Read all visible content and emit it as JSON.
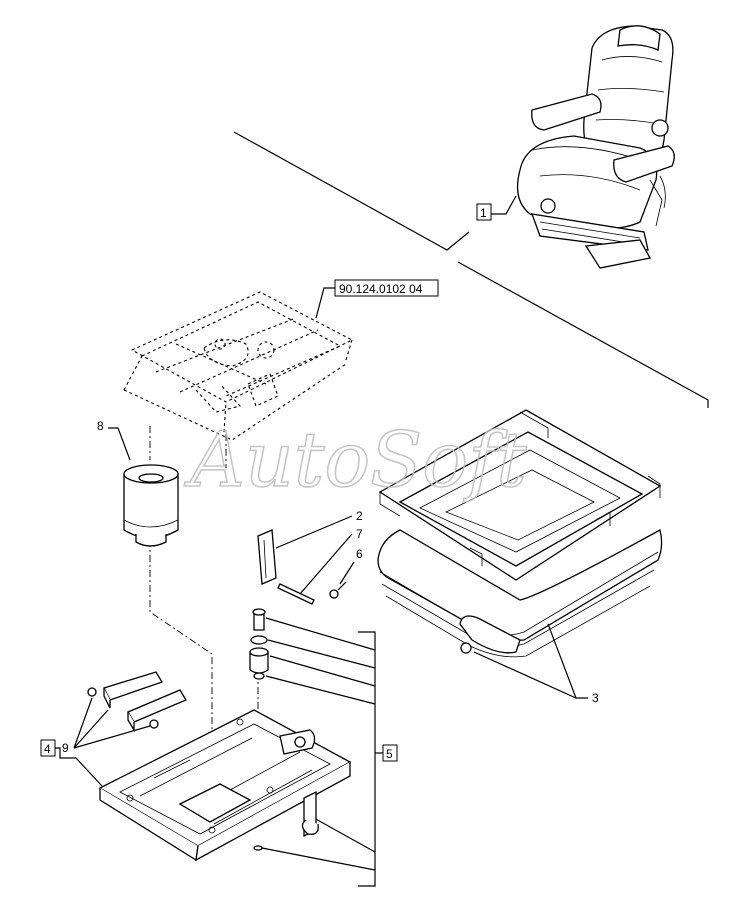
{
  "labels": {
    "ref_number": "90.124.0102 04",
    "item_1": "1",
    "item_2": "2",
    "item_3": "3",
    "item_4": "4",
    "item_5": "5",
    "item_6": "6",
    "item_7": "7",
    "item_8": "8",
    "item_9": "9"
  },
  "watermark": "AutoSoft",
  "colors": {
    "line": "#000000",
    "background": "#ffffff",
    "watermark": "#bdbdbd"
  }
}
